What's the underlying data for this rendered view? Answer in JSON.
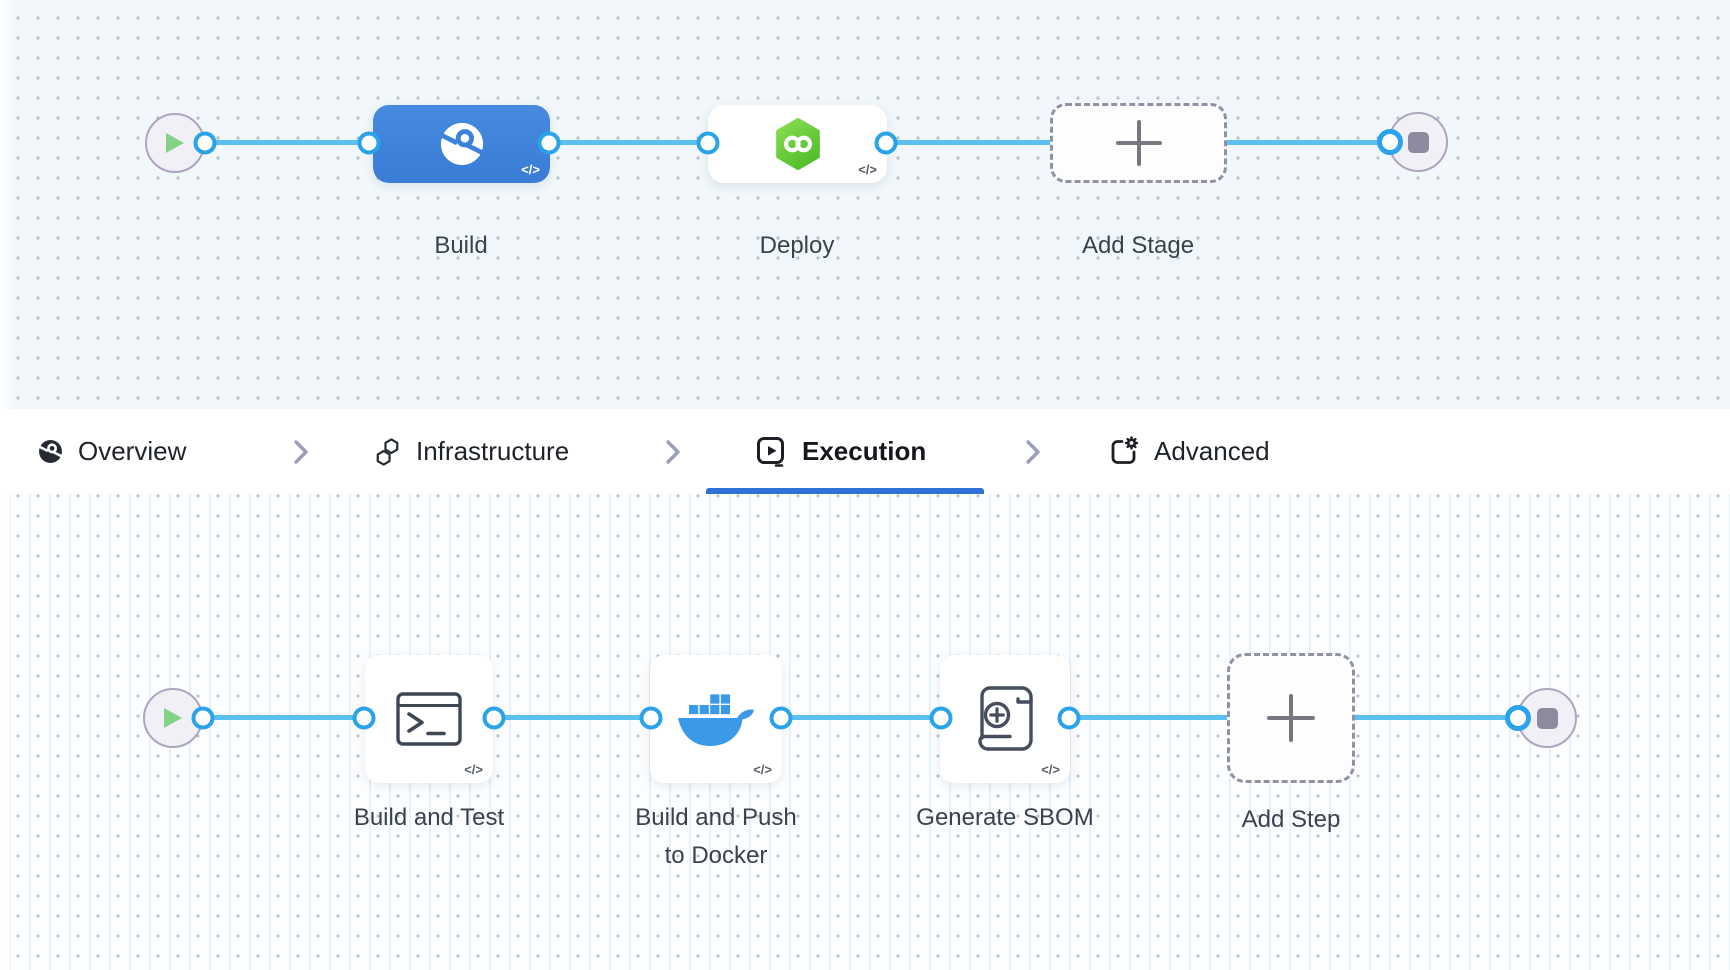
{
  "stage_pipeline": {
    "stages": [
      {
        "label": "Build",
        "icon": "harness-ci-stage-icon",
        "code_badge": "</>"
      },
      {
        "label": "Deploy",
        "icon": "harness-cd-stage-icon",
        "code_badge": "</>"
      },
      {
        "label": "Add Stage",
        "icon": "plus-icon"
      }
    ]
  },
  "tab_bar": {
    "tabs": [
      {
        "label": "Overview",
        "icon": "overview-icon",
        "active": false
      },
      {
        "label": "Infrastructure",
        "icon": "infrastructure-icon",
        "active": false
      },
      {
        "label": "Execution",
        "icon": "execution-icon",
        "active": true
      },
      {
        "label": "Advanced",
        "icon": "advanced-icon",
        "active": false
      }
    ]
  },
  "step_pipeline": {
    "steps": [
      {
        "label": "Build and Test",
        "icon": "run-step-icon",
        "code_badge": "</>"
      },
      {
        "label_line1": "Build and Push",
        "label_line2": "to Docker",
        "icon": "docker-icon",
        "code_badge": "</>"
      },
      {
        "label": "Generate SBOM",
        "icon": "sbom-scroll-icon",
        "code_badge": "</>"
      },
      {
        "label": "Add Step",
        "icon": "plus-icon"
      }
    ]
  },
  "colors": {
    "connector_blue": "#5bbfef",
    "port_blue": "#2aa3e9",
    "build_stage_blue": "#3d82da",
    "deploy_green": "#5ec435",
    "docker_blue": "#3a9ae8",
    "active_tab_underline": "#2e71d8",
    "canvas_top_bg": "#f1f7fa",
    "canvas_bottom_bg": "#fcfdfe"
  }
}
